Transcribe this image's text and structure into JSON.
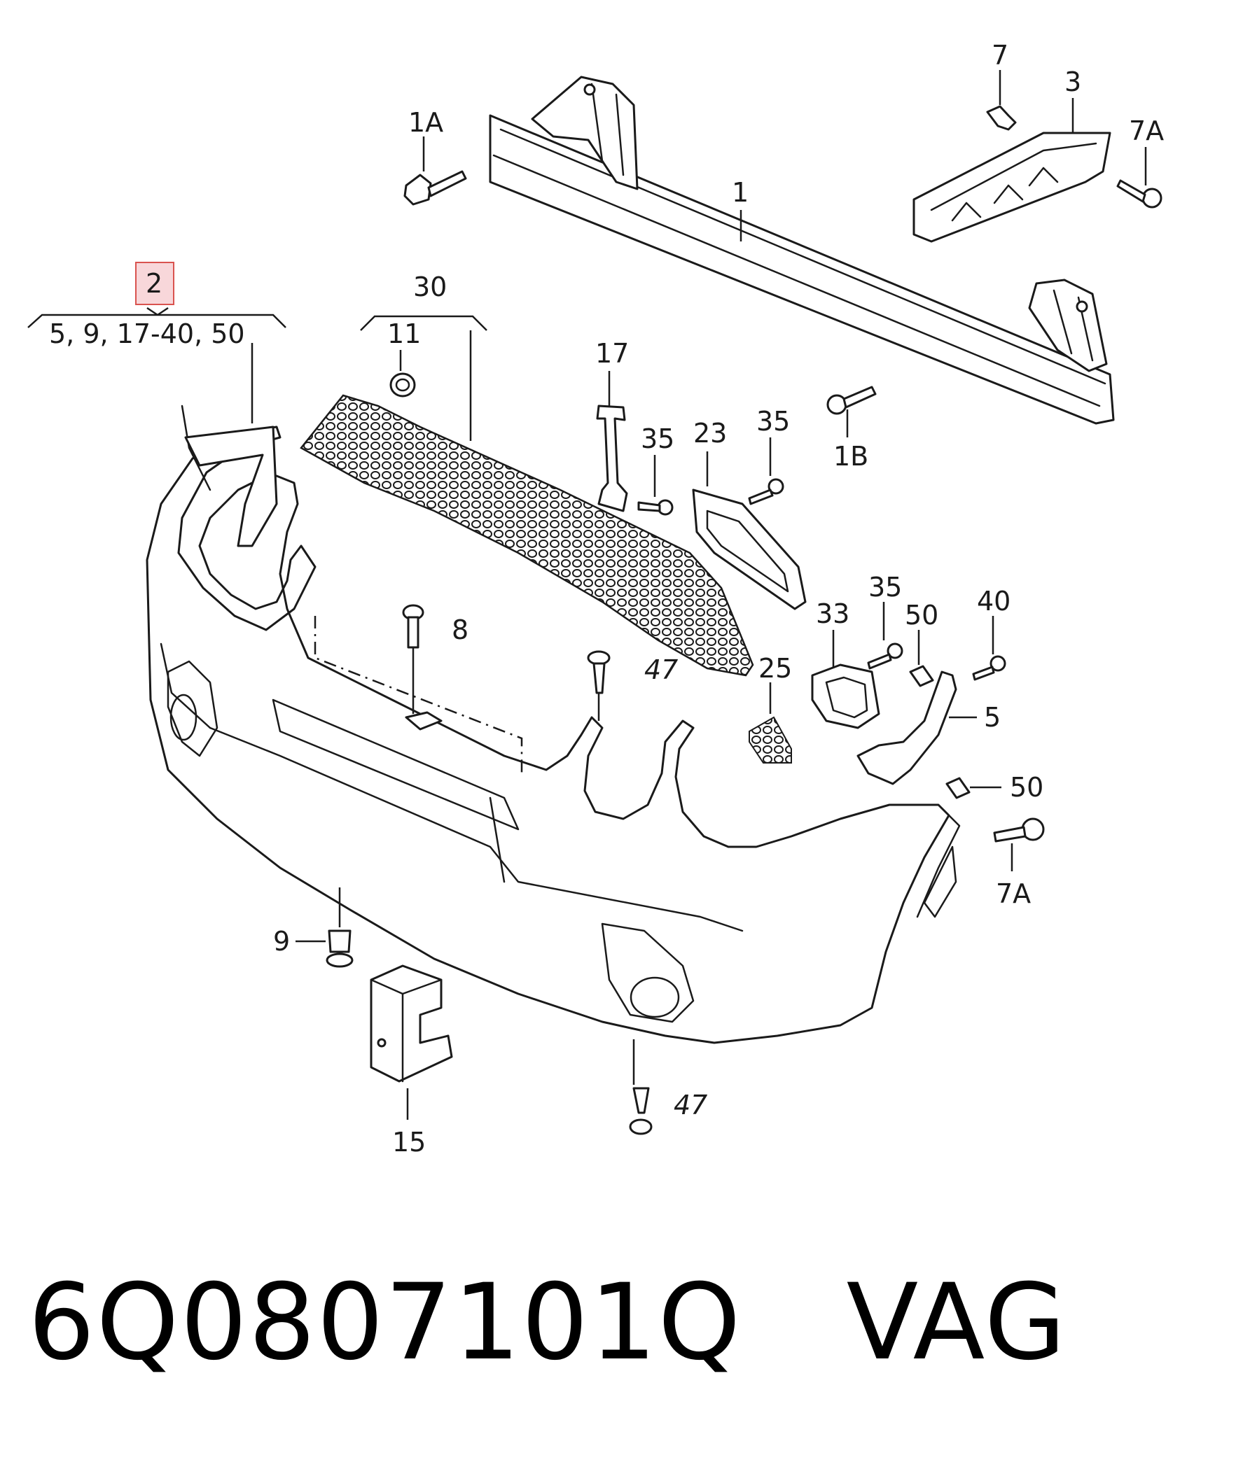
{
  "callouts": {
    "c1": "1",
    "c1A": "1A",
    "c1B": "1B",
    "c2": "2",
    "c2_sub": "5, 9, 17-40, 50",
    "c3": "3",
    "c5": "5",
    "c7": "7",
    "c7A_top": "7A",
    "c7A_bottom": "7A",
    "c8": "8",
    "c9": "9",
    "c11": "11",
    "c15": "15",
    "c17": "17",
    "c23": "23",
    "c25": "25",
    "c30": "30",
    "c33": "33",
    "c35_a": "35",
    "c35_b": "35",
    "c35_c": "35",
    "c40": "40",
    "c47_top": "47",
    "c47_bottom": "47",
    "c50_top": "50",
    "c50_bottom": "50"
  },
  "caption": {
    "part_number": "6Q0807101Q",
    "brand": "VAG"
  },
  "colors": {
    "highlight_fill": "#f8d7da",
    "highlight_stroke": "#d9534f",
    "line": "#1a1a1a"
  }
}
